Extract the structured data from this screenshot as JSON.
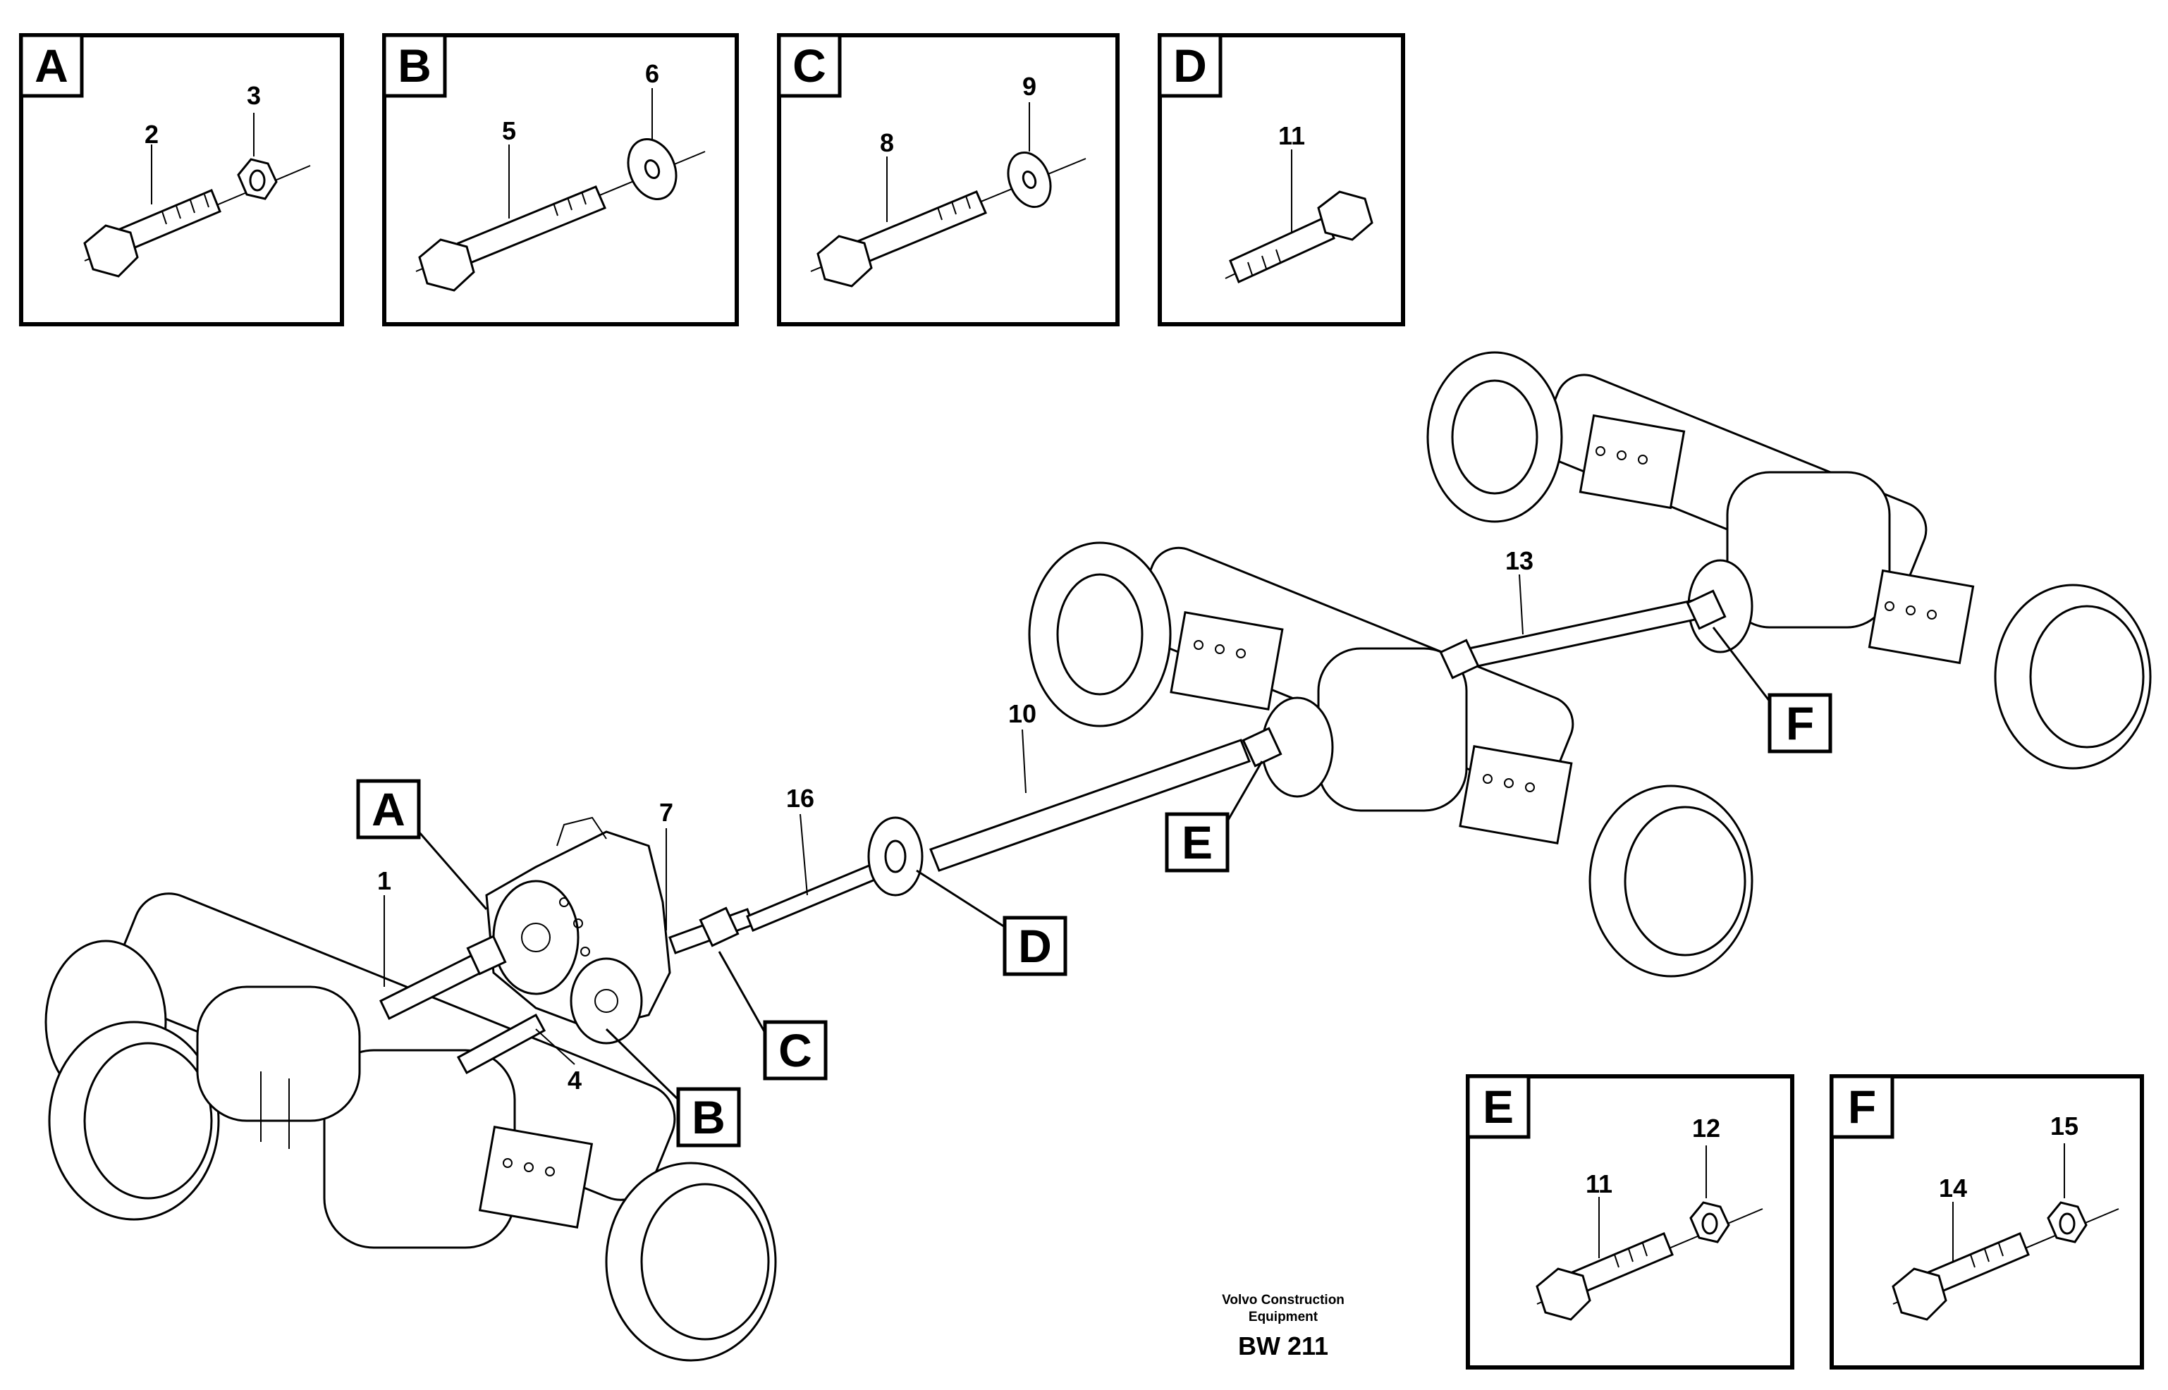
{
  "insets": [
    {
      "letter": "A",
      "callouts": [
        "2",
        "3"
      ]
    },
    {
      "letter": "B",
      "callouts": [
        "5",
        "6"
      ]
    },
    {
      "letter": "C",
      "callouts": [
        "8",
        "9"
      ]
    },
    {
      "letter": "D",
      "callouts": [
        "11"
      ]
    },
    {
      "letter": "E",
      "callouts": [
        "11",
        "12"
      ]
    },
    {
      "letter": "F",
      "callouts": [
        "14",
        "15"
      ]
    }
  ],
  "main_callouts": [
    "1",
    "4",
    "7",
    "16",
    "10",
    "13"
  ],
  "main_refs": [
    "A",
    "B",
    "C",
    "D",
    "E",
    "F"
  ],
  "footer": {
    "company_line1": "Volvo Construction",
    "company_line2": "Equipment",
    "code": "BW 211"
  }
}
